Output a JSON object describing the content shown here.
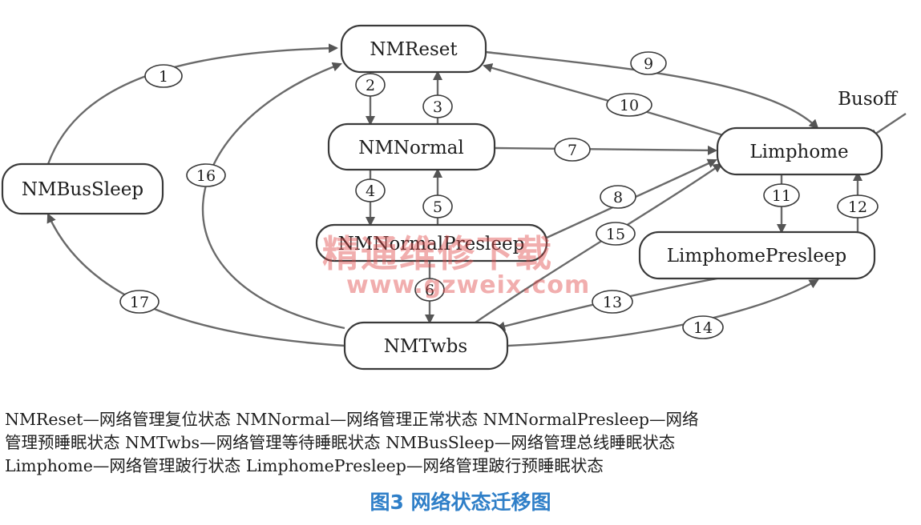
{
  "states": {
    "nmreset": "NMReset",
    "nmnormal": "NMNormal",
    "nmnormalpresleep": "NMNormalPresleep",
    "nmbussleep": "NMBusSleep",
    "limphome": "Limphome",
    "limphomepresleep": "LimphomePresleep",
    "nmtwbs": "NMTwbs",
    "busoff": "Busoff"
  },
  "transitions": [
    "1",
    "2",
    "3",
    "4",
    "5",
    "6",
    "7",
    "8",
    "9",
    "10",
    "11",
    "12",
    "13",
    "14",
    "15",
    "16",
    "17"
  ],
  "watermark": {
    "line1": "精通维修下载",
    "line2": "www.gzweix.com"
  },
  "legend": {
    "line1": "NMReset—网络管理复位状态  NMNormal—网络管理正常状态  NMNormalPresleep—网络",
    "line2": "管理预睡眠状态  NMTwbs—网络管理等待睡眠状态  NMBusSleep—网络管理总线睡眠状态",
    "line3": "Limphome—网络管理跛行状态  LimphomePresleep—网络管理跛行预睡眠状态"
  },
  "caption": "图3    网络状态迁移图",
  "colors": {
    "caption": "#2f7fc8",
    "watermark": "#e14b4b",
    "stroke": "#3a3a3a"
  }
}
